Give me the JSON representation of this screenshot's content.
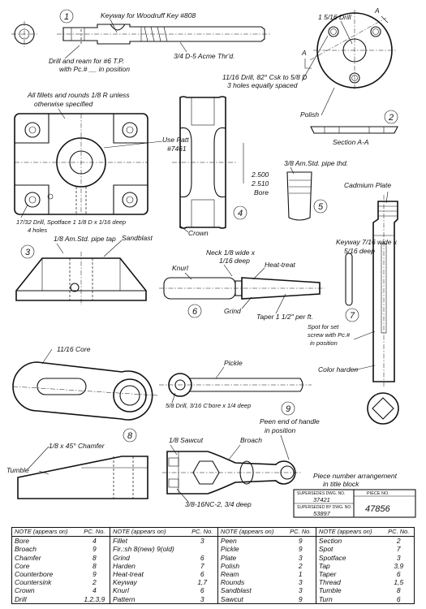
{
  "views": {
    "p1": {
      "number": "1",
      "keyway": "Keyway for Woodruff Key #808",
      "drill1": "Drill and ream for #6 T.P.",
      "drill2": "with Pc.# __ in position",
      "thread": "3/4 D-5 Acme Thr'd."
    },
    "p2": {
      "number": "2",
      "drill": "1 5/16 Drill",
      "holes1": "11/16 Drill, 82° Csk to 5/8 D",
      "holes2": "3 holes equally spaced",
      "polish": "Polish",
      "section": "Section A-A",
      "a_top": "A",
      "a_left": "A"
    },
    "p_casting": {
      "fillets1": "All fillets and rounds 1/8 R unless",
      "fillets2": "otherwise specified",
      "patt1": "Use Patt",
      "patt2": "#7461",
      "drill1": "17/32 Drill, Spotface 1 1/8 D x 1/16 deep",
      "drill2": "4 holes"
    },
    "p3": {
      "number": "3",
      "pipe": "1/8 Am.Std. pipe tap",
      "sandblast": "Sandblast"
    },
    "p4": {
      "number": "4",
      "d1": "2.500",
      "d2": "2.510",
      "bore": "Bore",
      "crown": "Crown"
    },
    "p5": {
      "number": "5",
      "pipe": "3/8 Am.Std. pipe thd."
    },
    "p6": {
      "number": "6",
      "neck1": "Neck 1/8 wide x",
      "neck2": "1/16 deep",
      "knurl": "Knurl",
      "heat": "Heat-treat",
      "grind": "Grind",
      "taper": "Taper 1 1/2\" per ft."
    },
    "p7": {
      "number": "7",
      "cadmium": "Cadmium Plate",
      "key1": "Keyway 7/16 wide x",
      "key2": "5/16 deep",
      "spot1": "Spot for set",
      "spot2": "screw with Pc.#",
      "spot3": "in position",
      "color": "Color harden"
    },
    "p8": {
      "number": "8",
      "core": "11/16 Core",
      "chamfer": "1/8 x 45° Chamfer",
      "tumble": "Tumble"
    },
    "p9": {
      "number": "9",
      "pickle": "Pickle",
      "drill": "5/8 Drill, 3/16 C'bore x 1/4 deep",
      "peen1": "Peen end of handle",
      "peen2": "in position"
    },
    "p_handle": {
      "sawcut": "1/8 Sawcut",
      "broach": "Broach",
      "thread": "3/8-16NC-2, 3/4 deep"
    }
  },
  "title_block": {
    "caption1": "Piece number arrangement",
    "caption2": "in title block",
    "supersedes_label": "SUPERSEDES DWG. NO.",
    "supersedes_value": "37421",
    "superseded_label": "SUPERSEDED BY DWG. NO.",
    "superseded_value": "53897",
    "piece_label": "PIECE NO.",
    "piece_value": "47856"
  },
  "notes_table": {
    "header_note": "NOTE (appears on)",
    "header_pc": "PC. No.",
    "columns": [
      [
        [
          "Bore",
          "4"
        ],
        [
          "Broach",
          "9"
        ],
        [
          "Chamfer",
          "8"
        ],
        [
          "Core",
          "8"
        ],
        [
          "Counterbore",
          "9"
        ],
        [
          "Countersink",
          "2"
        ],
        [
          "Crown",
          "4"
        ],
        [
          "Drill",
          "1,2,3,9"
        ]
      ],
      [
        [
          "Fillet",
          "3"
        ],
        [
          "Fir.:sh 8(new) 9(old)",
          ""
        ],
        [
          "Grind",
          "6"
        ],
        [
          "Harden",
          "7"
        ],
        [
          "Heat-treat",
          "6"
        ],
        [
          "Keyway",
          "1,7"
        ],
        [
          "Knurl",
          "6"
        ],
        [
          "Pattern",
          "3"
        ]
      ],
      [
        [
          "Peen",
          "9"
        ],
        [
          "Pickle",
          "9"
        ],
        [
          "Plate",
          "3"
        ],
        [
          "Polish",
          "2"
        ],
        [
          "Ream",
          "1"
        ],
        [
          "Rounds",
          "3"
        ],
        [
          "Sandblast",
          "3"
        ],
        [
          "Sawcut",
          "9"
        ]
      ],
      [
        [
          "Section",
          "2"
        ],
        [
          "Spot",
          "7"
        ],
        [
          "Spotface",
          "3"
        ],
        [
          "Tap",
          "3,9"
        ],
        [
          "Taper",
          "6"
        ],
        [
          "Thread",
          "1,5"
        ],
        [
          "Tumble",
          "8"
        ],
        [
          "Turn",
          "6"
        ]
      ]
    ]
  }
}
